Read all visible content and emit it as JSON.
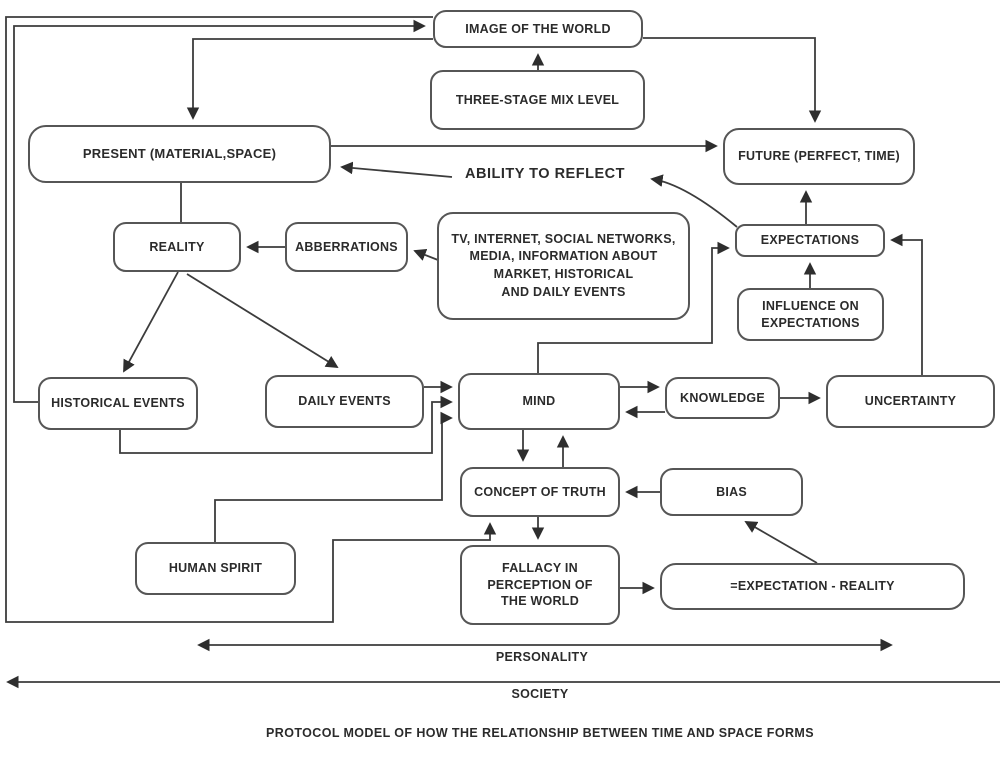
{
  "diagram": {
    "caption": "PROTOCOL MODEL OF HOW THE RELATIONSHIP BETWEEN TIME AND SPACE FORMS",
    "nodes": {
      "image_of_the_world": "IMAGE OF THE WORLD",
      "three_stage_mix_level": "THREE-STAGE MIX LEVEL",
      "present": "PRESENT (MATERIAL,SPACE)",
      "future": "FUTURE (PERFECT, TIME)",
      "reality": "REALITY",
      "abberrations": "ABBERRATIONS",
      "media_lines": [
        "TV, INTERNET, SOCIAL NETWORKS,",
        "MEDIA, INFORMATION ABOUT",
        "MARKET, HISTORICAL",
        "AND DAILY EVENTS"
      ],
      "expectations": "EXPECTATIONS",
      "influence_on_expectations": "INFLUENCE ON EXPECTATIONS",
      "historical_events": "HISTORICAL EVENTS",
      "daily_events": "DAILY EVENTS",
      "mind": "MIND",
      "knowledge": "KNOWLEDGE",
      "uncertainty": "UNCERTAINTY",
      "concept_of_truth": "CONCEPT OF TRUTH",
      "bias": "BIAS",
      "human_spirit": "HUMAN SPIRIT",
      "fallacy_in_perception": "FALLACY IN PERCEPTION OF THE WORLD",
      "expectation_minus_reality": "=EXPECTATION - REALITY"
    },
    "labels": {
      "ability_to_reflect": "ABILITY TO REFLECT",
      "personality": "PERSONALITY",
      "society": "SOCIETY"
    },
    "colors": {
      "line": "#3c3c3c",
      "box_border": "#565656",
      "text": "#2b2b2b",
      "background": "#ffffff"
    }
  }
}
